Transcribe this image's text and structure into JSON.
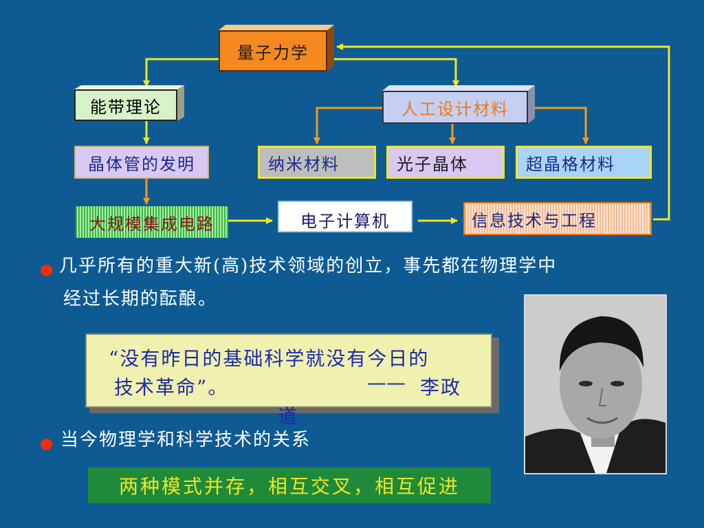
{
  "diagram": {
    "quantum_mechanics": "量子力学",
    "band_theory": "能带理论",
    "artificial_materials": "人工设计材料",
    "transistor_invention": "晶体管的发明",
    "nano_materials": "纳米材料",
    "photonic_crystal": "光子晶体",
    "superlattice_materials": "超晶格材料",
    "vlsi": "大规模集成电路",
    "computer": "电子计算机",
    "info_tech": "信息技术与工程"
  },
  "bullet1": {
    "line1": "几乎所有的重大新(高)技术领域的创立，事先都在物理学中",
    "line2": "经过长期的酝酿。"
  },
  "quote": {
    "line1": "“没有昨日的基础科学就没有今日的",
    "line2": "技术革命”。",
    "dash": "——",
    "author_part1": "李政",
    "author_part2": "道"
  },
  "bullet2": {
    "text": "当今物理学和科学技术的关系"
  },
  "conclusion": "两种模式并存，相互交叉，相互促进",
  "colors": {
    "background": "#0E5B94",
    "connector": "#F2E622",
    "orange_arrow": "#F49A1A"
  }
}
